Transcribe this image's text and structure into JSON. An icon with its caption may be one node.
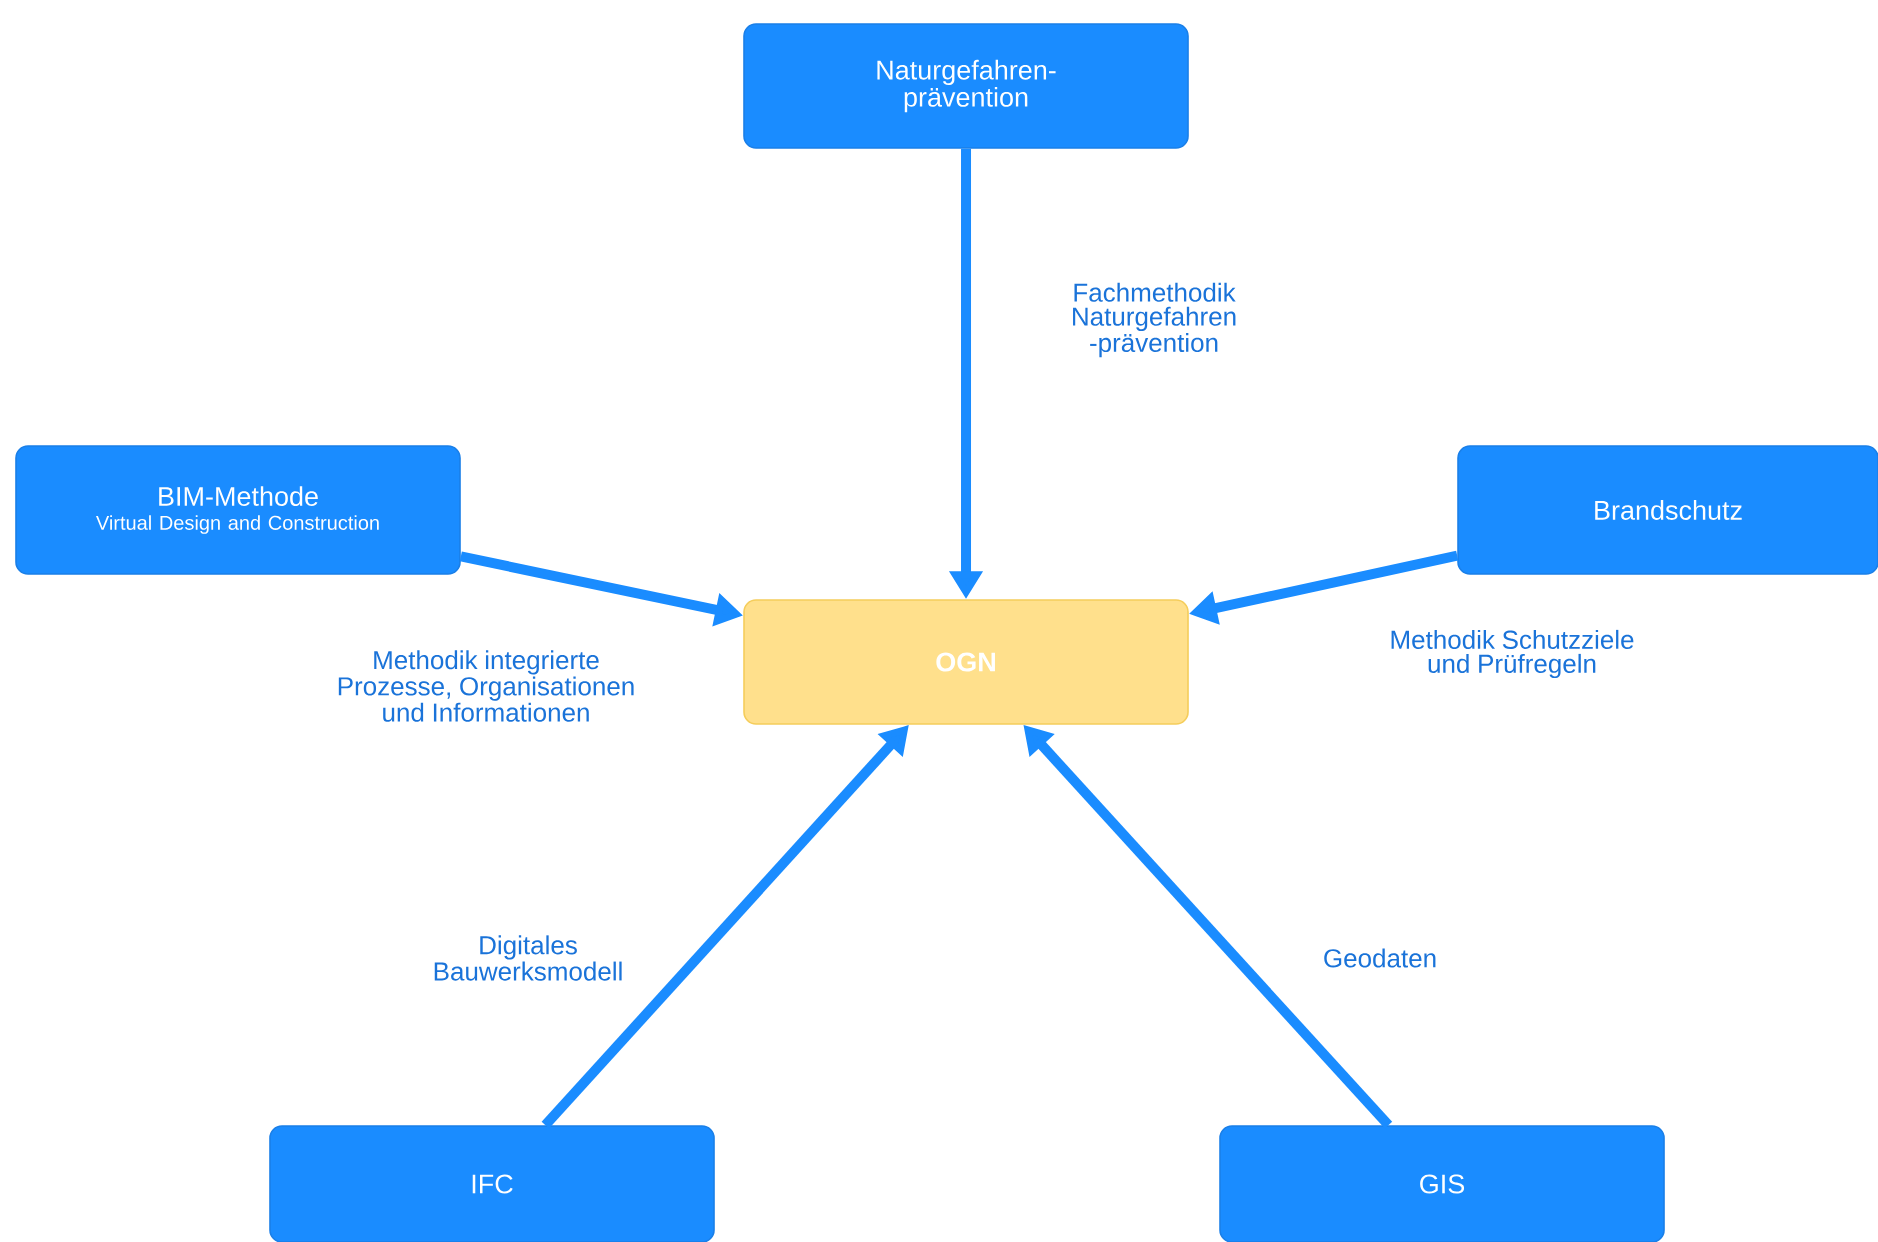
{
  "diagram": {
    "nodes": [
      {
        "text": [
          "Naturgefahren-prävention"
        ]
      },
      {
        "text": [
          "BIM-Methode",
          "Virtual Design and Construction"
        ]
      },
      {
        "text": [
          "Brandschutz"
        ]
      },
      {
        "text": [
          "OGN"
        ]
      },
      {
        "text": [
          "IFC"
        ]
      },
      {
        "text": [
          "GIS"
        ]
      }
    ],
    "edges": [
      {
        "from": 0,
        "to": 3,
        "arrow": "to",
        "label": "Fachmethodik Naturgefahren -prävention"
      },
      {
        "from": 1,
        "to": 3,
        "arrow": "to",
        "label": "Methodik integrierte Prozesse, Organisationen und Informationen"
      },
      {
        "from": 2,
        "to": 3,
        "arrow": "to",
        "label": "Methodik Schutzziele und Prüfregeln"
      },
      {
        "from": 4,
        "to": 3,
        "arrow": "to",
        "label": "Digitales Bauwerksmodell"
      },
      {
        "from": 5,
        "to": 3,
        "arrow": "to",
        "label": "Geodaten"
      }
    ]
  }
}
